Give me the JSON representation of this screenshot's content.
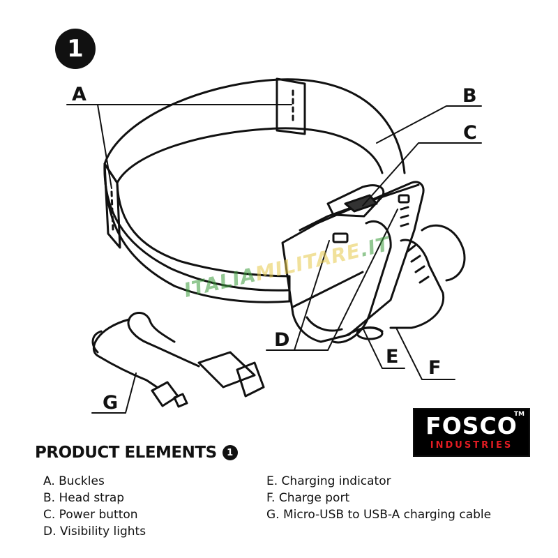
{
  "step_number": "1",
  "callouts": {
    "a": "A",
    "b": "B",
    "c": "C",
    "d": "D",
    "e": "E",
    "f": "F",
    "g": "G"
  },
  "watermark": {
    "part1": "ITALIA",
    "part2": "MILITARE",
    "part3": ".IT",
    "colors": {
      "part1": "#3c9c3c",
      "part2": "#e6c94a",
      "part3": "#3c9c3c"
    }
  },
  "logo": {
    "wordmark": "FOSCO",
    "tm": "TM",
    "subtitle": "INDUSTRIES",
    "colors": {
      "background": "#000000",
      "wordmark": "#ffffff",
      "subtitle": "#e21c23"
    }
  },
  "heading": {
    "title": "PRODUCT ELEMENTS",
    "number": "1"
  },
  "elements": [
    "A. Buckles",
    "B. Head strap",
    "C. Power button",
    "D. Visibility lights",
    "E. Charging indicator",
    "F. Charge port",
    "G. Micro-USB to USB-A charging cable"
  ]
}
